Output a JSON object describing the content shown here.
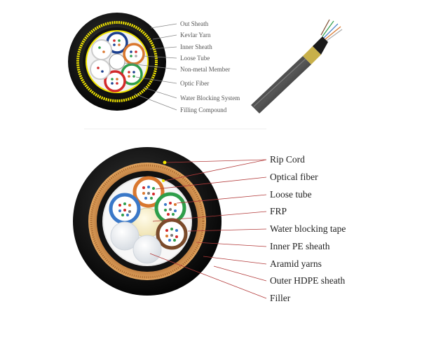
{
  "top_cross_section": {
    "labels": [
      "Out Sheath",
      "Kevlar Yarn",
      "Inner Sheath",
      "Loose Tube",
      "Non-metal Member",
      "Optic Fiber",
      "Water Blocking System",
      "Filling Compound"
    ]
  },
  "bottom_cross_section": {
    "labels": [
      "Rip Cord",
      "Optical fiber",
      "Loose tube",
      "FRP",
      "Water blocking tape",
      "Inner PE sheath",
      "Aramid yarns",
      "Outer HDPE sheath",
      "Filler"
    ]
  },
  "colors": {
    "outer_sheath": "#111111",
    "kevlar_yellow": "#f2e600",
    "aramid": "#c8843e",
    "tube_blue": "#3a78c8",
    "tube_orange": "#d9772e",
    "tube_green": "#2e9e4a",
    "tube_brown": "#7a4a2a",
    "tube_red": "#d22a2a",
    "leader_red": "#b33a3a"
  }
}
